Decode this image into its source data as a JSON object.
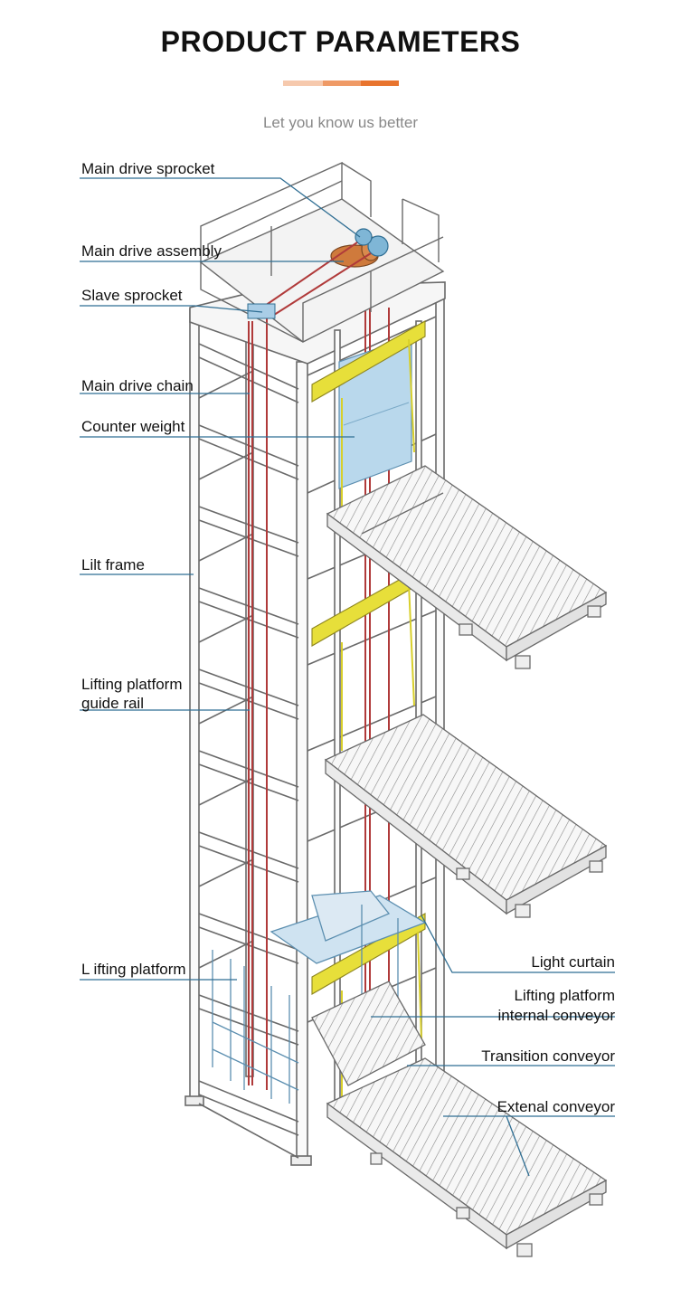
{
  "header": {
    "title": "PRODUCT PARAMETERS",
    "subtitle": "Let you know us better",
    "accent_colors": [
      "#f6c9ad",
      "#ef9a66",
      "#e8742e"
    ]
  },
  "colors": {
    "frame": "#6a6a6a",
    "leader": "#2f6e93",
    "chain": "#b03a3a",
    "yellow": "#e7df3a",
    "blue": "#a9cde6",
    "motor": "#cf7a3c"
  },
  "labels": {
    "main_drive_sprocket": "Main drive sprocket",
    "main_drive_assembly": "Main drive assembly",
    "slave_sprocket": "Slave sprocket",
    "main_drive_chain": "Main drive chain",
    "counter_weight": "Counter weight",
    "lilt_frame": "Lilt frame",
    "lifting_platform_guide_rail_1": "Lifting platform",
    "lifting_platform_guide_rail_2": "guide rail",
    "l_ifting_platform": "L ifting platform",
    "light_curtain": "Light curtain",
    "lifting_platform_internal_conveyor_1": "Lifting platform",
    "lifting_platform_internal_conveyor_2": "internal conveyor",
    "transition_conveyor": "Transition conveyor",
    "extenal_conveyor": "Extenal conveyor"
  }
}
